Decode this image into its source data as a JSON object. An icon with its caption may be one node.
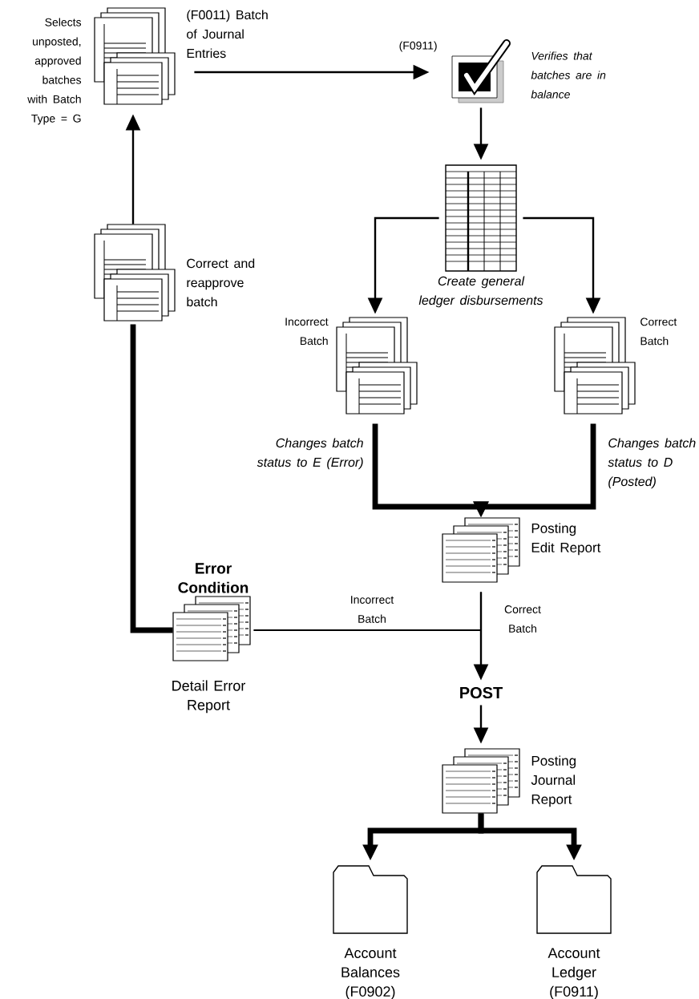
{
  "diagram": {
    "nodes": [
      {
        "text": [
          "(F0011) Batch of Journal Entries"
        ],
        "beside": [
          "Selects unposted, approved batches with Batch Type = G"
        ]
      },
      {
        "text": [
          "(F0911)"
        ],
        "beside": [
          "Verifies that batches are in balance"
        ]
      },
      {
        "text": [
          "Create general ledger disbursements"
        ]
      },
      {
        "text": [
          "Incorrect Batch"
        ],
        "beside": [
          "Changes batch status to E (Error)"
        ]
      },
      {
        "text": [
          "Correct Batch"
        ],
        "beside": [
          "Changes batch status to D (Posted)"
        ]
      },
      {
        "text": [
          "Posting Edit Report"
        ]
      },
      {
        "text": [
          "Error Condition",
          "Detail Error Report"
        ]
      },
      {
        "text": [
          "Correct and reapprove batch"
        ]
      },
      {
        "text": [
          "POST"
        ]
      },
      {
        "text": [
          "Posting Journal Report"
        ]
      },
      {
        "text": [
          "Account Balances (F0902)"
        ]
      },
      {
        "text": [
          "Account Ledger (F0911)"
        ]
      }
    ],
    "edges": [
      {
        "from": 0,
        "to": 1,
        "arrow": "to"
      },
      {
        "from": 1,
        "to": 2,
        "arrow": "to"
      },
      {
        "from": 2,
        "to": 3,
        "arrow": "to"
      },
      {
        "from": 2,
        "to": 4,
        "arrow": "to"
      },
      {
        "from": 3,
        "to": 5,
        "arrow": "to",
        "style": "thick"
      },
      {
        "from": 4,
        "to": 5,
        "arrow": "to",
        "style": "thick"
      },
      {
        "from": 5,
        "to": 6,
        "arrow": "none",
        "label": "Incorrect Batch"
      },
      {
        "from": 5,
        "to": 8,
        "arrow": "to",
        "label": "Correct Batch"
      },
      {
        "from": 6,
        "to": 7,
        "arrow": "none",
        "style": "thick"
      },
      {
        "from": 7,
        "to": 0,
        "arrow": "to"
      },
      {
        "from": 8,
        "to": 9,
        "arrow": "to"
      },
      {
        "from": 9,
        "to": 10,
        "arrow": "to",
        "style": "thick"
      },
      {
        "from": 9,
        "to": 11,
        "arrow": "to",
        "style": "thick"
      }
    ]
  }
}
